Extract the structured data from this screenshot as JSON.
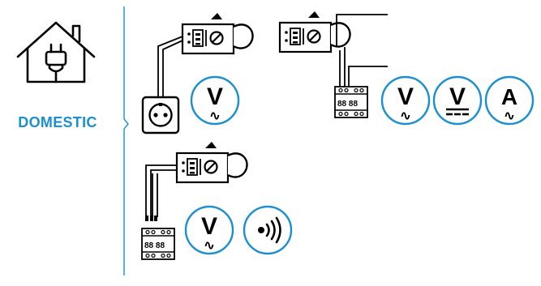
{
  "category": {
    "label": "DOMESTIC",
    "icon": "house-plug-icon",
    "accent_color": "#1b8fd0"
  },
  "symbols": {
    "voltage_letter": "V",
    "current_letter": "A",
    "ac_symbol": "∿",
    "continuity_icon": "sound-waves-icon"
  },
  "breaker_label": "88 88",
  "applications": [
    {
      "target": "wall-socket",
      "measurements": [
        "AC voltage"
      ]
    },
    {
      "target": "distribution-board",
      "measurements": [
        "AC voltage",
        "DC voltage",
        "AC current"
      ]
    },
    {
      "target": "circuit-breaker",
      "measurements": [
        "AC voltage",
        "continuity"
      ]
    }
  ]
}
